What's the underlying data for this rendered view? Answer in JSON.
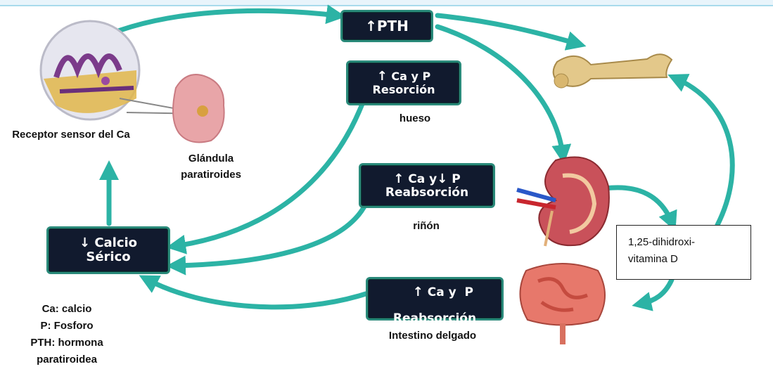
{
  "colors": {
    "arrow": "#2cb3a5",
    "box_bg": "#111a2e",
    "box_border": "#2a8a7a",
    "accent_bg": "#e8f4fb"
  },
  "boxes": {
    "pth": {
      "arrow": "↑",
      "line1": "PTH"
    },
    "bone_resorption": {
      "arrow": "↑",
      "line1": "Ca y P",
      "line2": "Resorción"
    },
    "kidney_reabsorption": {
      "arrow1": "↑",
      "line1a": "Ca y",
      "arrow2": "↓",
      "line1b": "P",
      "line2": "Reabsorción"
    },
    "intestine_reabsorption": {
      "arrow": "↑",
      "line1": "Ca y  P",
      "line2": "Reabsorción"
    },
    "serum_calcium": {
      "arrow": "↓",
      "line1": "Calcio",
      "line2": "Sérico"
    }
  },
  "labels": {
    "receptor": "Receptor sensor del Ca",
    "gland": "Glándula paratiroides",
    "bone": "hueso",
    "kidney": "riñón",
    "intestine": "Intestino delgado",
    "vitamin_d": "1,25-dihidroxi-vitamina D"
  },
  "legend": [
    "Ca: calcio",
    "P: Fosforo",
    "PTH: hormona paratiroidea"
  ],
  "icons": [
    "parathyroid-cell-icon",
    "parathyroid-gland-icon",
    "bone-icon",
    "kidney-icon",
    "intestine-icon"
  ]
}
